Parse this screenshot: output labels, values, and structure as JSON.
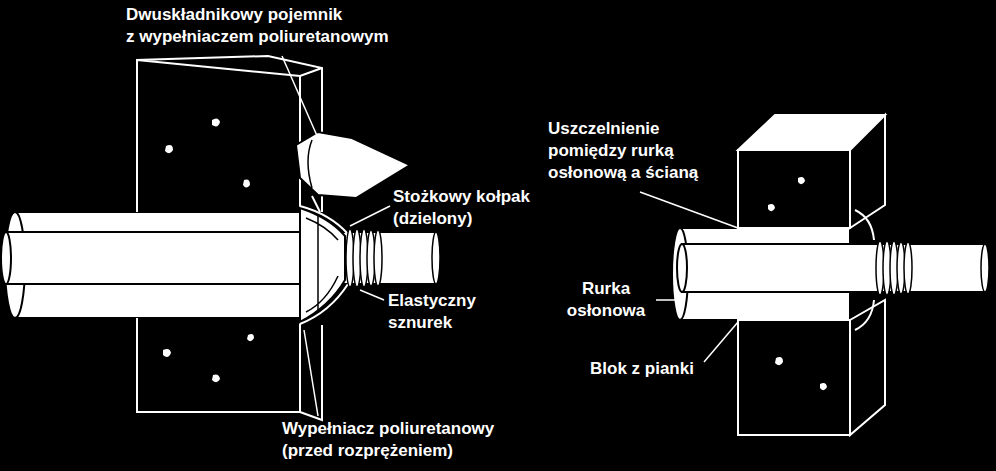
{
  "diagram": {
    "labels": [
      "Dwuskładnikowy pojemnik z wypełniaczem poliuretanowym",
      "Stożkowy kołpak (dzielony)",
      "Elastyczny sznurek",
      "Wypełniacz poliuretanowy (przed rozprężeniem)",
      "Uszczelnienie pomiędzy rurką osłonową a ścianą",
      "Rurka osłonowa",
      "Blok z pianki"
    ]
  }
}
